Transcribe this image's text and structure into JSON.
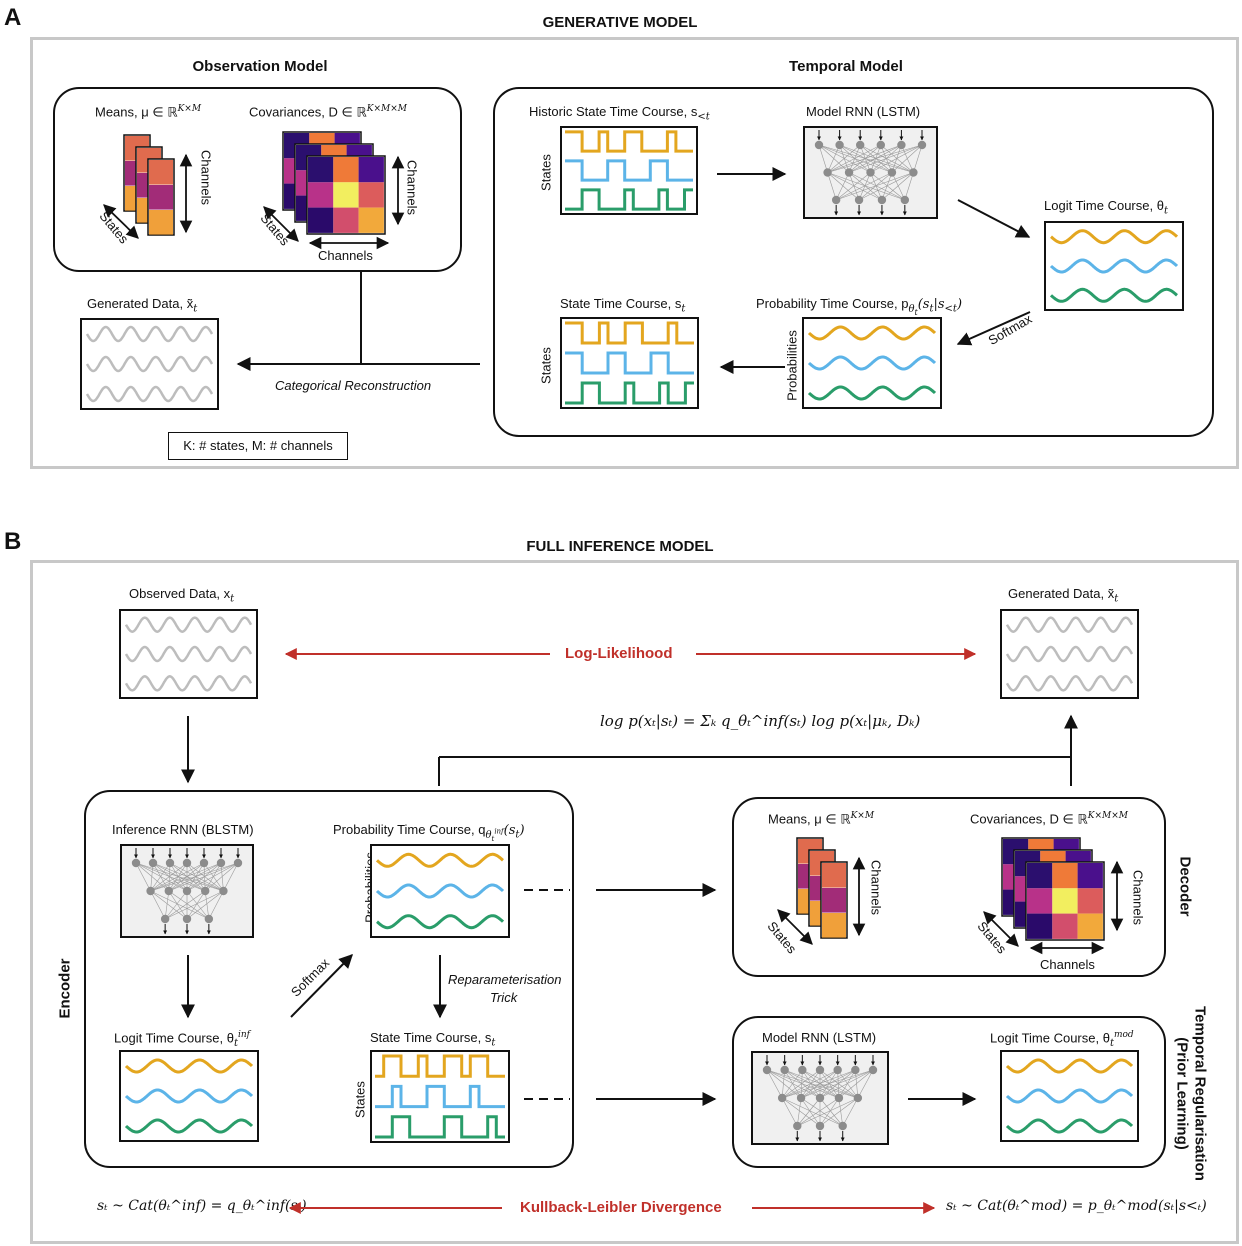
{
  "panel_a": {
    "letter": "A",
    "title": "GENERATIVE MODEL",
    "observation_model": {
      "title": "Observation Model",
      "means_label": "Means, μ ∈ ℝ",
      "means_sup": "K×M",
      "cov_label": "Covariances, D ∈ ℝ",
      "cov_sup": "K×M×M",
      "axis_channels": "Channels",
      "axis_states": "States"
    },
    "temporal_model": {
      "title": "Temporal Model",
      "historic_label": "Historic State Time Course, s",
      "historic_sub": "<t",
      "model_rnn_label": "Model RNN (LSTM)",
      "logit_label": "Logit Time Course, θ",
      "logit_sub": "t",
      "prob_label": "Probability Time Course, p",
      "prob_tail": "(s",
      "prob_tail2": "|s",
      "prob_tail3": ")",
      "state_label": "State Time Course, s",
      "state_sub": "t",
      "softmax": "Softmax",
      "axis_states": "States",
      "axis_probabilities": "Probabilities"
    },
    "generated_label": "Generated Data, x̃",
    "generated_sub": "t",
    "reconstruction": "Categorical Reconstruction",
    "legend": "K: # states, M: # channels"
  },
  "panel_b": {
    "letter": "B",
    "title": "FULL INFERENCE MODEL",
    "observed_label": "Observed Data, x",
    "observed_sub": "t",
    "generated_label": "Generated Data, x̃",
    "generated_sub": "t",
    "log_likelihood": "Log-Likelihood",
    "equation": "log p(xₜ|sₜ) = Σₖ q_θₜ^inf(sₜ) log p(xₜ|μₖ, Dₖ)",
    "encoder": {
      "title": "Encoder",
      "inference_rnn": "Inference RNN (BLSTM)",
      "prob_label": "Probability Time Course, q",
      "logit_label": "Logit Time Course, θ",
      "logit_sup": "inf",
      "state_label": "State Time Course, s",
      "softmax": "Softmax",
      "reparam_1": "Reparameterisation",
      "reparam_2": "Trick",
      "axis_probabilities": "Probabilities",
      "axis_states": "States"
    },
    "decoder": {
      "title": "Decoder",
      "means_label": "Means, μ ∈ ℝ",
      "means_sup": "K×M",
      "cov_label": "Covariances, D ∈ ℝ",
      "cov_sup": "K×M×M",
      "axis_channels": "Channels",
      "axis_states": "States"
    },
    "temporal_reg": {
      "title_1": "Temporal Regularisation",
      "title_2": "(Prior Learning)",
      "model_rnn": "Model RNN (LSTM)",
      "logit_label": "Logit Time Course, θ",
      "logit_sup": "mod"
    },
    "kl": "Kullback-Leibler Divergence",
    "kl_left": "sₜ ~ Cat(θₜ^inf) = q_θₜ^inf(sₜ)",
    "kl_right": "sₜ ~ Cat(θₜ^mod) = p_θₜ^mod(sₜ|s<ₜ)"
  },
  "colors": {
    "orange": "#e3a61f",
    "blue": "#5cb4e8",
    "green": "#2a9d6a",
    "gray_wave": "#bdbdbd",
    "red_arrow": "#c0302a",
    "frame": "#c8c8c8"
  }
}
